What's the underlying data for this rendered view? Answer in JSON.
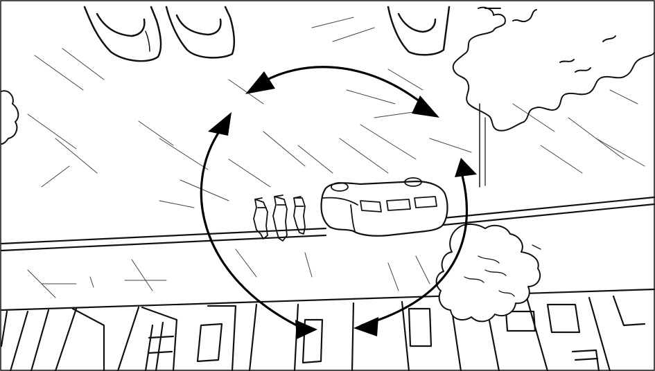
{
  "scene": {
    "subject": "storyboard-sketch",
    "elements": [
      "parked-cars",
      "street",
      "trees",
      "pedestrians",
      "van",
      "buildings"
    ]
  },
  "camera_move": {
    "kind": "orbit",
    "arrowheads": 6
  },
  "colors": {
    "ink": "#000000",
    "paper": "#ffffff"
  }
}
